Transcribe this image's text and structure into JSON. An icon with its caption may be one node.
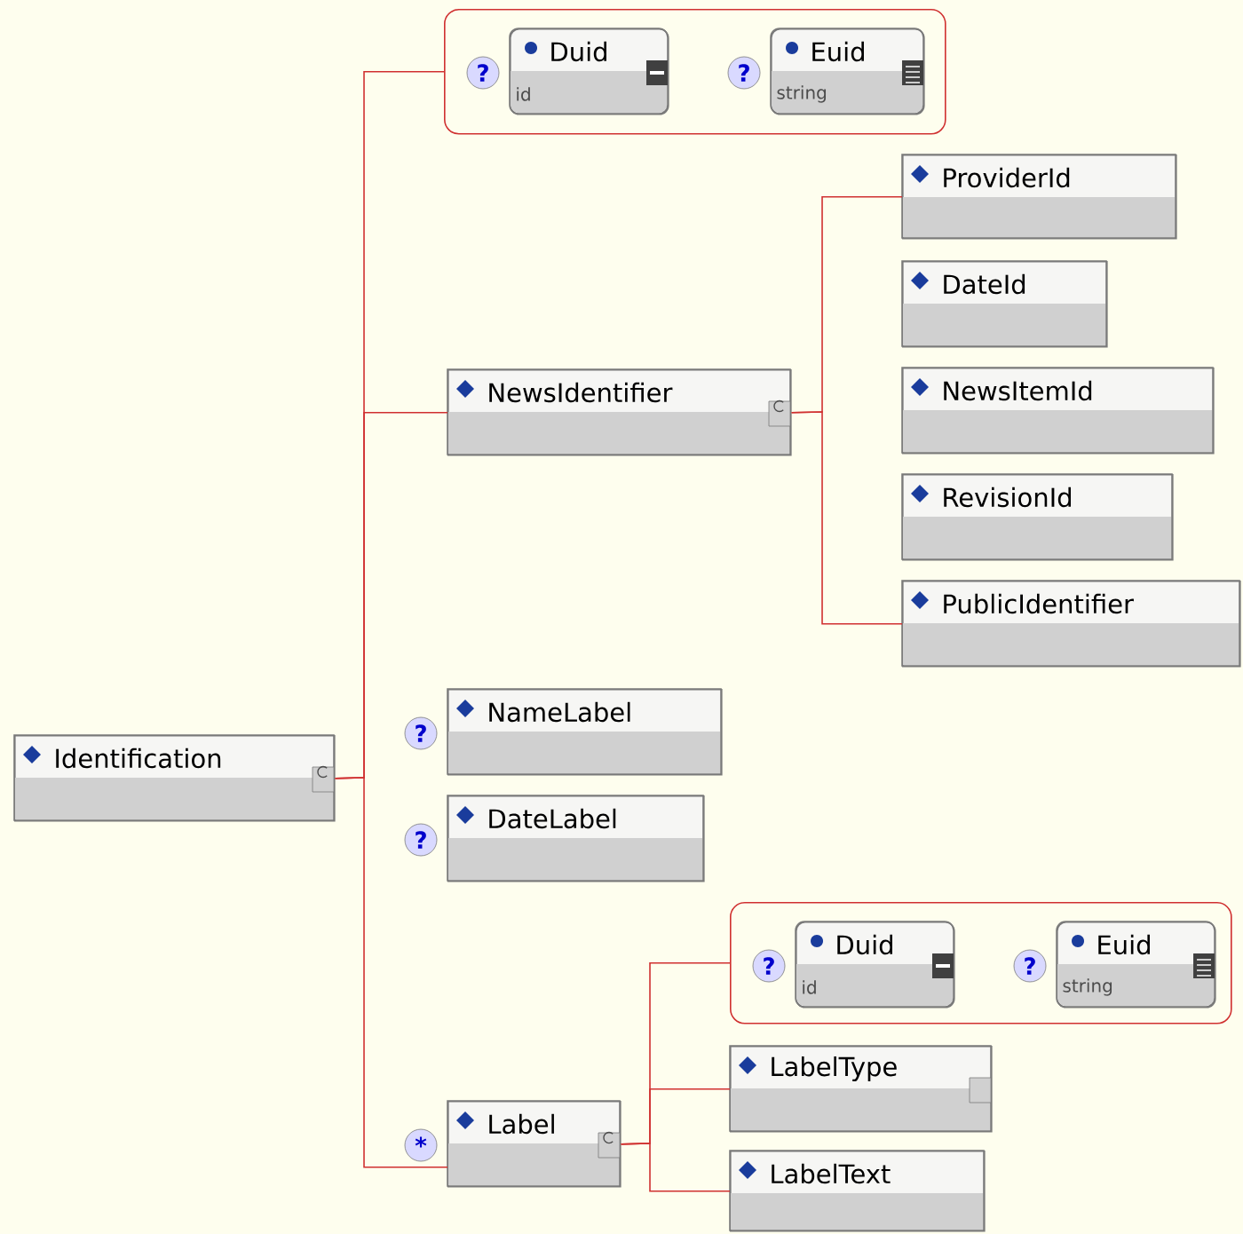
{
  "diagram": {
    "nodes": [
      {
        "text": [
          "Identification"
        ]
      },
      {
        "text": [],
        "shape": "box"
      },
      {
        "text": [
          "Duid",
          "id"
        ],
        "in": 1,
        "beside": [
          "?"
        ]
      },
      {
        "text": [
          "Euid",
          "string"
        ],
        "in": 1,
        "beside": [
          "?"
        ]
      },
      {
        "text": [
          "NewsIdentifier"
        ]
      },
      {
        "text": [
          "ProviderId"
        ]
      },
      {
        "text": [
          "DateId"
        ]
      },
      {
        "text": [
          "NewsItemId"
        ]
      },
      {
        "text": [
          "RevisionId"
        ]
      },
      {
        "text": [
          "PublicIdentifier"
        ]
      },
      {
        "text": [
          "NameLabel"
        ],
        "beside": [
          "?"
        ]
      },
      {
        "text": [
          "DateLabel"
        ],
        "beside": [
          "?"
        ]
      },
      {
        "text": [
          "Label"
        ],
        "beside": [
          "*"
        ]
      },
      {
        "text": [],
        "shape": "box"
      },
      {
        "text": [
          "Duid",
          "id"
        ],
        "in": 13,
        "beside": [
          "?"
        ]
      },
      {
        "text": [
          "Euid",
          "string"
        ],
        "in": 13,
        "beside": [
          "?"
        ]
      },
      {
        "text": [
          "LabelType"
        ]
      },
      {
        "text": [
          "LabelText"
        ]
      }
    ],
    "edges": [
      {
        "from": 0,
        "to": 1,
        "arrow": "none"
      },
      {
        "from": 0,
        "to": 4,
        "arrow": "none"
      },
      {
        "from": 0,
        "to": 12,
        "arrow": "none"
      },
      {
        "from": 4,
        "to": 5,
        "arrow": "none"
      },
      {
        "from": 4,
        "to": 9,
        "arrow": "none"
      },
      {
        "from": 12,
        "to": 13,
        "arrow": "none"
      },
      {
        "from": 12,
        "to": 16,
        "arrow": "none"
      },
      {
        "from": 12,
        "to": 17,
        "arrow": "none"
      }
    ]
  }
}
